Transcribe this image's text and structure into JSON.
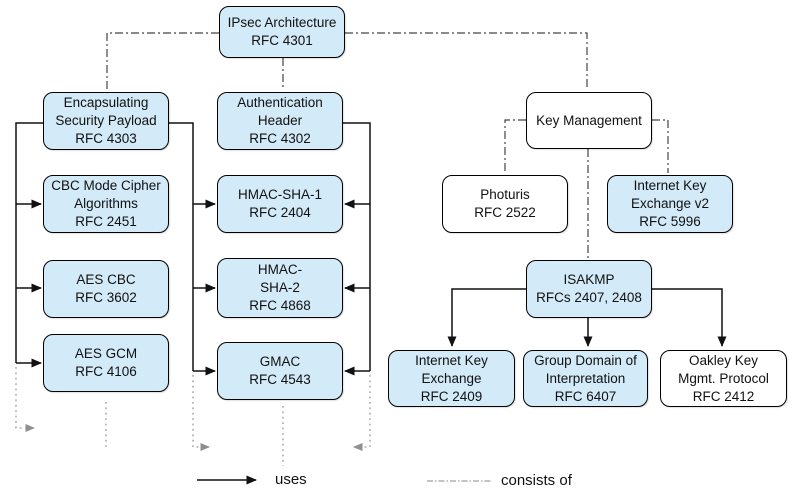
{
  "diagram": {
    "nodes": [
      {
        "id": "ipsec-architecture",
        "label": "IPsec Architecture\nRFC 4301",
        "fill": "#d3eaf8"
      },
      {
        "id": "encapsulating-security-payload",
        "label": "Encapsulating\nSecurity Payload\nRFC 4303",
        "fill": "#d3eaf8"
      },
      {
        "id": "cbc-mode-cipher-algorithms",
        "label": "CBC Mode Cipher\nAlgorithms\nRFC 2451",
        "fill": "#d3eaf8"
      },
      {
        "id": "aes-cbc",
        "label": "AES CBC\nRFC 3602",
        "fill": "#d3eaf8"
      },
      {
        "id": "aes-gcm",
        "label": "AES GCM\nRFC 4106",
        "fill": "#d3eaf8"
      },
      {
        "id": "authentication-header",
        "label": "Authentication\nHeader\nRFC 4302",
        "fill": "#d3eaf8"
      },
      {
        "id": "hmac-sha-1",
        "label": "HMAC-SHA-1\nRFC 2404",
        "fill": "#d3eaf8"
      },
      {
        "id": "hmac-sha-2",
        "label": "HMAC-\nSHA-2\nRFC 4868",
        "fill": "#d3eaf8"
      },
      {
        "id": "gmac",
        "label": "GMAC\nRFC 4543",
        "fill": "#d3eaf8"
      },
      {
        "id": "key-management",
        "label": "Key Management",
        "fill": "#ffffff"
      },
      {
        "id": "photuris",
        "label": "Photuris\nRFC 2522",
        "fill": "#ffffff"
      },
      {
        "id": "internet-key-exchange-v2",
        "label": "Internet Key\nExchange v2\nRFC 5996",
        "fill": "#d3eaf8"
      },
      {
        "id": "isakmp",
        "label": "ISAKMP\nRFCs 2407, 2408",
        "fill": "#d3eaf8"
      },
      {
        "id": "internet-key-exchange",
        "label": "Internet Key\nExchange\nRFC 2409",
        "fill": "#d3eaf8"
      },
      {
        "id": "group-domain-of-interpretation",
        "label": "Group Domain of\nInterpretation\nRFC 6407",
        "fill": "#d3eaf8"
      },
      {
        "id": "oakley-key-mgmt-protocol",
        "label": "Oakley Key\nMgmt. Protocol\nRFC 2412",
        "fill": "#ffffff"
      }
    ],
    "legend": [
      {
        "label": "uses",
        "line_style": "solid-arrow"
      },
      {
        "label": "consists of",
        "line_style": "dash-dot"
      }
    ],
    "colors": {
      "node_fill_blue": "#d3eaf8",
      "node_fill_white": "#ffffff",
      "node_border": "#000000",
      "solid_edge": "#111111",
      "dashdot_edge": "#444444",
      "dotted_edge": "#999999"
    }
  }
}
